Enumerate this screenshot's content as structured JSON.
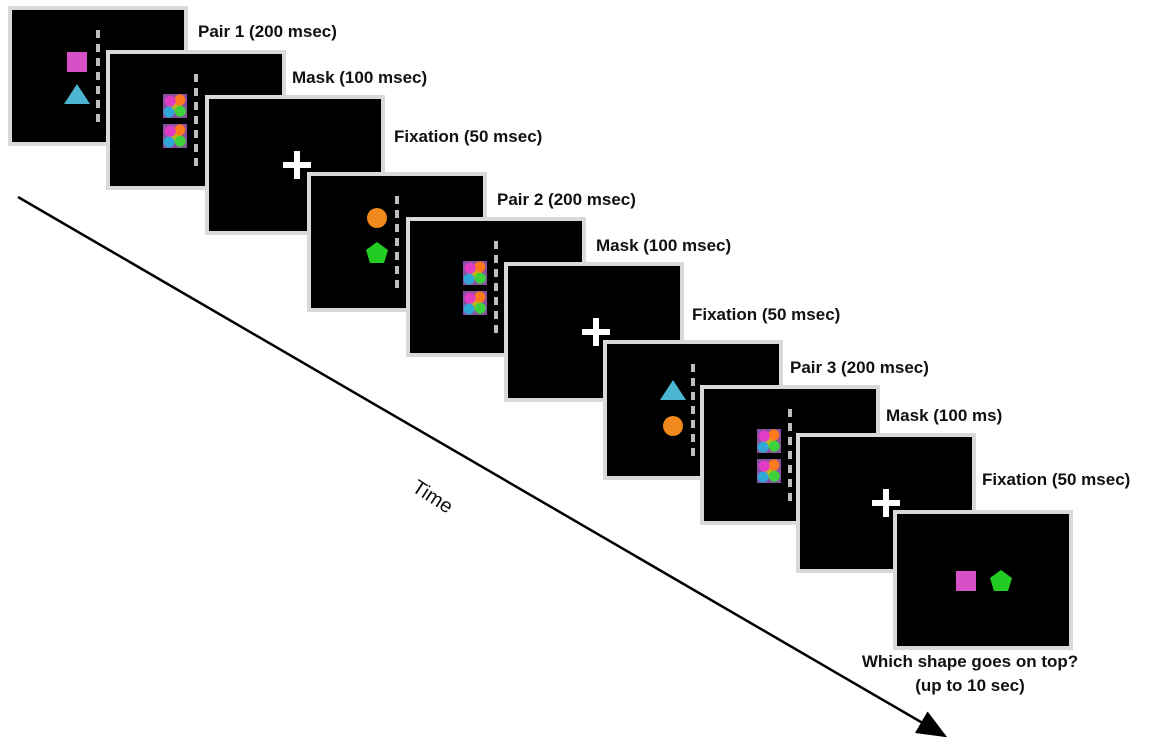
{
  "steps": [
    {
      "label": "Pair 1 (200 msec)",
      "kind": "pair",
      "top_shape": "square",
      "bottom_shape": "triangle"
    },
    {
      "label": "Mask (100 msec)",
      "kind": "mask"
    },
    {
      "label": "Fixation (50 msec)",
      "kind": "fixation"
    },
    {
      "label": "Pair 2 (200 msec)",
      "kind": "pair",
      "top_shape": "circle",
      "bottom_shape": "pentagon"
    },
    {
      "label": "Mask (100 msec)",
      "kind": "mask"
    },
    {
      "label": "Fixation (50 msec)",
      "kind": "fixation"
    },
    {
      "label": "Pair 3 (200 msec)",
      "kind": "pair",
      "top_shape": "triangle",
      "bottom_shape": "circle"
    },
    {
      "label": "Mask (100 ms)",
      "kind": "mask"
    },
    {
      "label": "Fixation (50 msec)",
      "kind": "fixation"
    },
    {
      "kind": "response",
      "left_shape": "square",
      "right_shape": "pentagon"
    }
  ],
  "time_label": "Time",
  "question": {
    "line1": "Which shape goes on top?",
    "line2": "(up to 10 sec)"
  },
  "colors": {
    "square": "#d850c8",
    "triangle": "#4cb6d2",
    "circle": "#f08a1c",
    "pentagon": "#22cc22",
    "screen": "#000000",
    "frame_border": "#d9d9d9"
  }
}
